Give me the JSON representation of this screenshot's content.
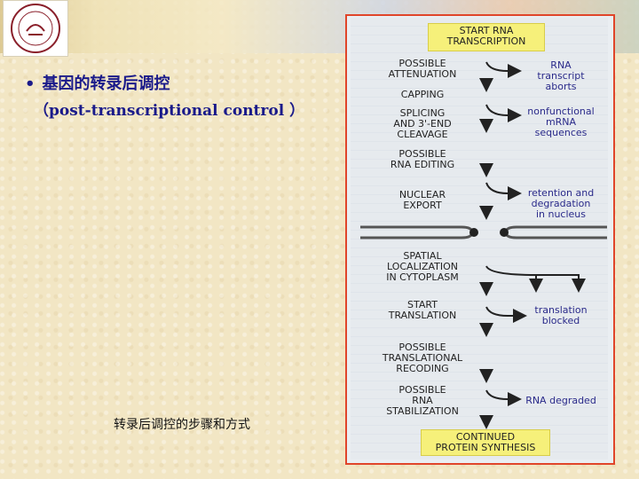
{
  "slide": {
    "bullet": "•",
    "title": "基因的转录后调控",
    "subtitle": "（post-transcriptional control ）",
    "caption": "转录后调控的步骤和方式"
  },
  "diagram": {
    "start": "START RNA\nTRANSCRIPTION",
    "end": "CONTINUED\nPROTEIN SYNTHESIS",
    "steps": [
      "POSSIBLE\nATTENUATION",
      "CAPPING",
      "SPLICING\nAND 3'-END\nCLEAVAGE",
      "POSSIBLE\nRNA EDITING",
      "NUCLEAR\nEXPORT",
      "SPATIAL\nLOCALIZATION\nIN CYTOPLASM",
      "START\nTRANSLATION",
      "POSSIBLE\nTRANSLATIONAL\nRECODING",
      "POSSIBLE\nRNA\nSTABILIZATION"
    ],
    "outcomes": [
      "RNA\ntranscript\naborts",
      "nonfunctional\nmRNA\nsequences",
      "retention and\ndegradation\nin nucleus",
      "translation\nblocked",
      "RNA degraded"
    ]
  }
}
